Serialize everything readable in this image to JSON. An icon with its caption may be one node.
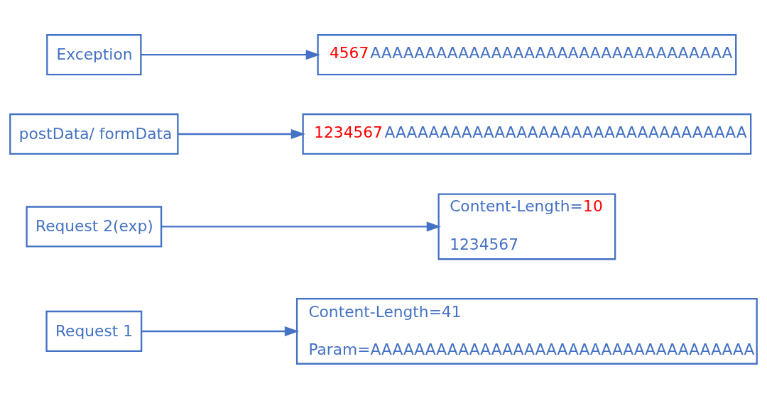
{
  "diagram": {
    "nodes": [
      {
        "text": [
          "Request 1"
        ]
      },
      {
        "text": [
          "Content-Length=41",
          "Param=AAAAAAAAAAAAAAAAAAAAAAAAAAAAAAAAAAA"
        ]
      },
      {
        "text": [
          "Request 2(exp)"
        ]
      },
      {
        "text": [
          "Content-Length=",
          "10",
          "1234567"
        ]
      },
      {
        "text": [
          "postData/ formData"
        ]
      },
      {
        "text": [
          "1234567",
          "AAAAAAAAAAAAAAAAAAAAAAAAAAAAAAAAA"
        ]
      },
      {
        "text": [
          "Exception"
        ]
      },
      {
        "text": [
          "4567",
          "AAAAAAAAAAAAAAAAAAAAAAAAAAAAAAAAA"
        ]
      }
    ],
    "edges": [
      {
        "from": 0,
        "to": 1,
        "arrow": "to"
      },
      {
        "from": 2,
        "to": 3,
        "arrow": "to"
      },
      {
        "from": 4,
        "to": 5,
        "arrow": "to"
      },
      {
        "from": 6,
        "to": 7,
        "arrow": "to"
      }
    ]
  }
}
